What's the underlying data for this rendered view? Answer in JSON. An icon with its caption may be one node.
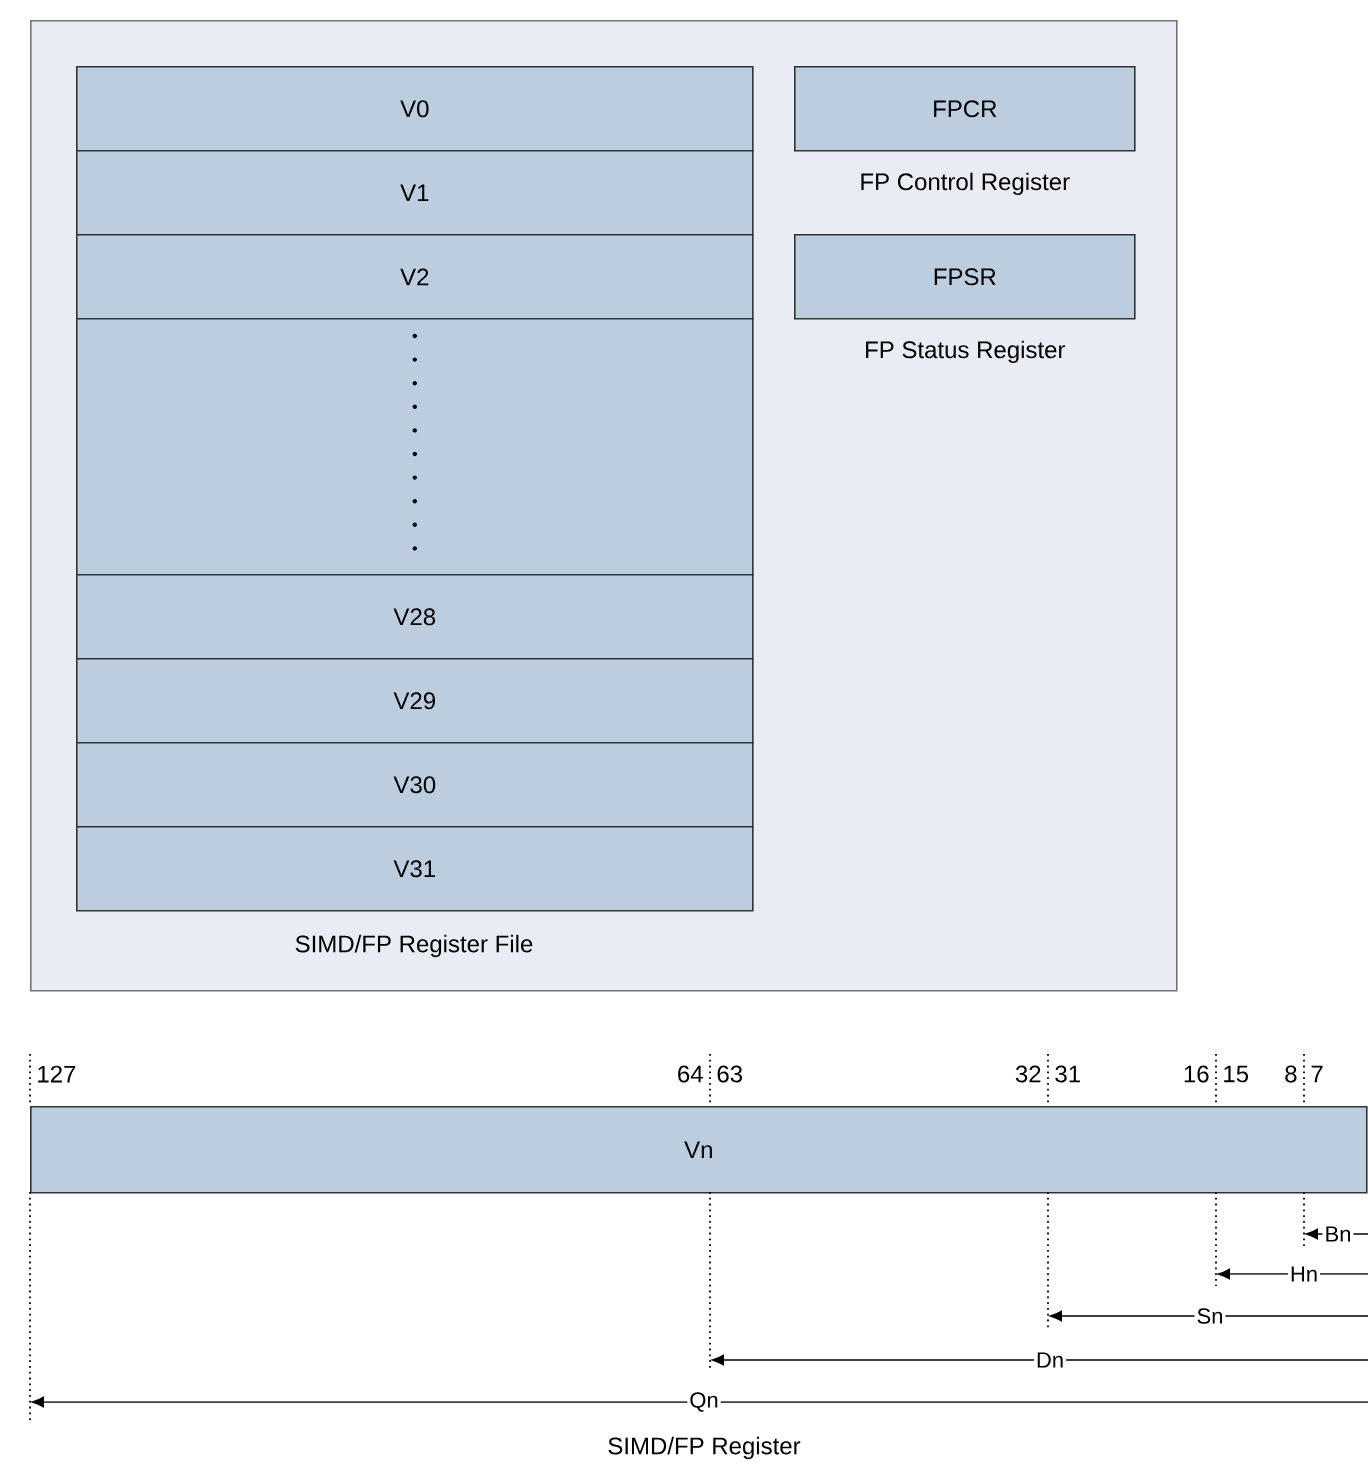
{
  "diagram": {
    "nodes": [
      {
        "text": [],
        "shape": "box"
      },
      {
        "text": [
          "V0"
        ],
        "in": 0
      },
      {
        "text": [
          "V1"
        ],
        "in": 0
      },
      {
        "text": [
          "V2"
        ],
        "in": 0
      },
      {
        "text": [],
        "shape": "box",
        "in": 0
      },
      {
        "text": [
          "V28"
        ],
        "in": 0
      },
      {
        "text": [
          "V29"
        ],
        "in": 0
      },
      {
        "text": [
          "V30"
        ],
        "in": 0
      },
      {
        "text": [
          "V31"
        ],
        "in": 0
      },
      {
        "text": [
          "FPCR"
        ],
        "beside": [
          "FP Control Register"
        ],
        "in": 0
      },
      {
        "text": [
          "FPSR"
        ],
        "beside": [
          "FP Status Register"
        ],
        "in": 0
      },
      {
        "text": [
          "Vn"
        ]
      }
    ],
    "labels": [
      "SIMD/FP Register File",
      "127",
      "64",
      "63",
      "32",
      "31",
      "16",
      "15",
      "8",
      "7",
      "Bn",
      "Hn",
      "Sn",
      "Dn",
      "Qn",
      "SIMD/FP Register"
    ]
  }
}
